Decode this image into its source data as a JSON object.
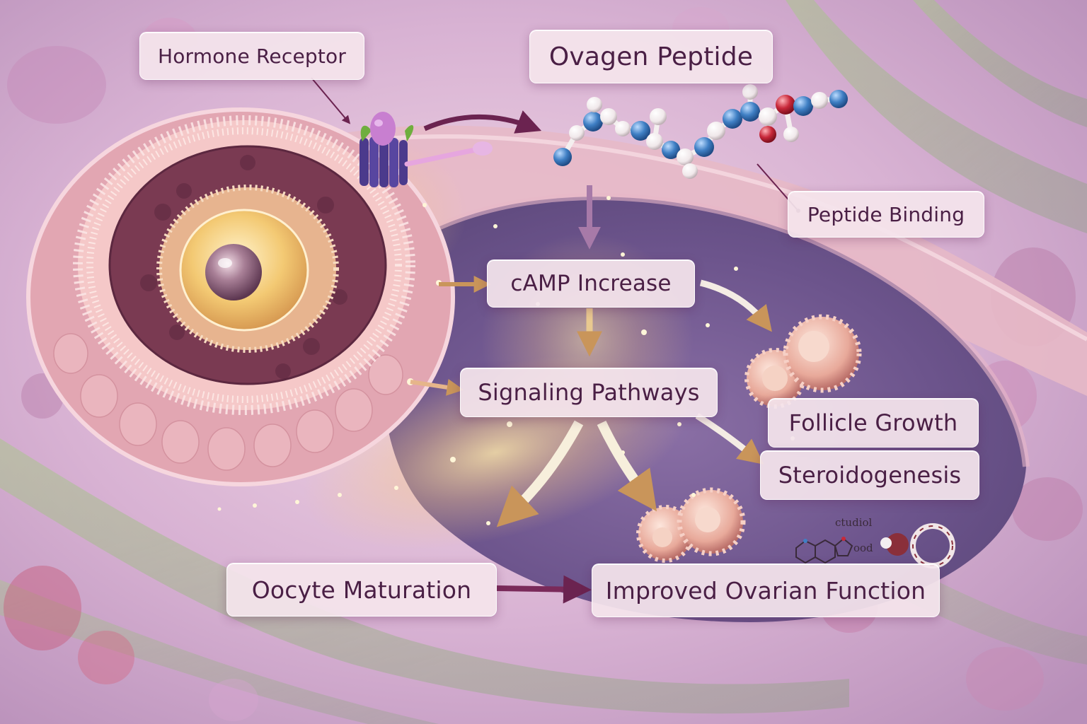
{
  "labels": {
    "hormone_receptor": "Hormone Receptor",
    "ovagen_peptide": "Ovagen Peptide",
    "peptide_binding": "Peptide Binding",
    "camp_increase": "cAMP Increase",
    "signaling_pathways": "Signaling Pathways",
    "follicle_growth": "Follicle Growth",
    "steroidogenesis": "Steroidogenesis",
    "oocyte_maturation": "Oocyte Maturation",
    "improved_ovarian_function": "Improved Ovarian Function"
  },
  "molecule_text": {
    "line1": "ctudiol",
    "line2": "ood"
  },
  "colors": {
    "label_text": "#4a1f45",
    "arrow_dark": "#6b2350",
    "arrow_light": "#f7edd6",
    "atom_blue": "#3f7fc4",
    "atom_red": "#c8283a",
    "atom_white": "#f3eef0"
  }
}
